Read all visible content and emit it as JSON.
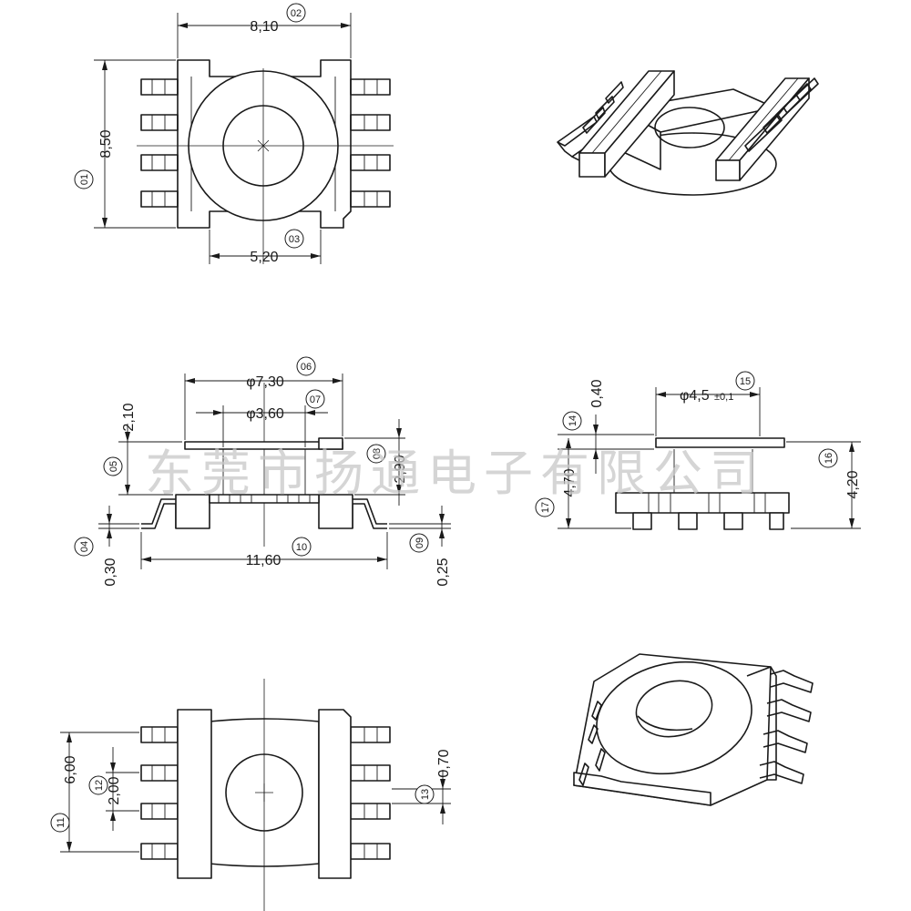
{
  "watermark": "东莞市扬通电子有限公司",
  "dimensions": {
    "d01": "8,50",
    "d02": "8,10",
    "d03": "5,20",
    "d04": "0,30",
    "d05": "2,10",
    "d06": "φ7,30",
    "d07": "φ3,60",
    "d08": "2,90",
    "d09": "0,25",
    "d10": "11,60",
    "d11": "6,00",
    "d12": "2,00",
    "d13": "0,70",
    "d14": "0,40",
    "d15_main": "φ4,5",
    "d15_tol": "±0,1",
    "d16": "4,20",
    "d17": "4,70"
  },
  "balloons": {
    "b01": "01",
    "b02": "02",
    "b03": "03",
    "b04": "04",
    "b05": "05",
    "b06": "06",
    "b07": "07",
    "b08": "08",
    "b09": "09",
    "b10": "10",
    "b11": "11",
    "b12": "12",
    "b13": "13",
    "b14": "14",
    "b15": "15",
    "b16": "16",
    "b17": "17"
  }
}
